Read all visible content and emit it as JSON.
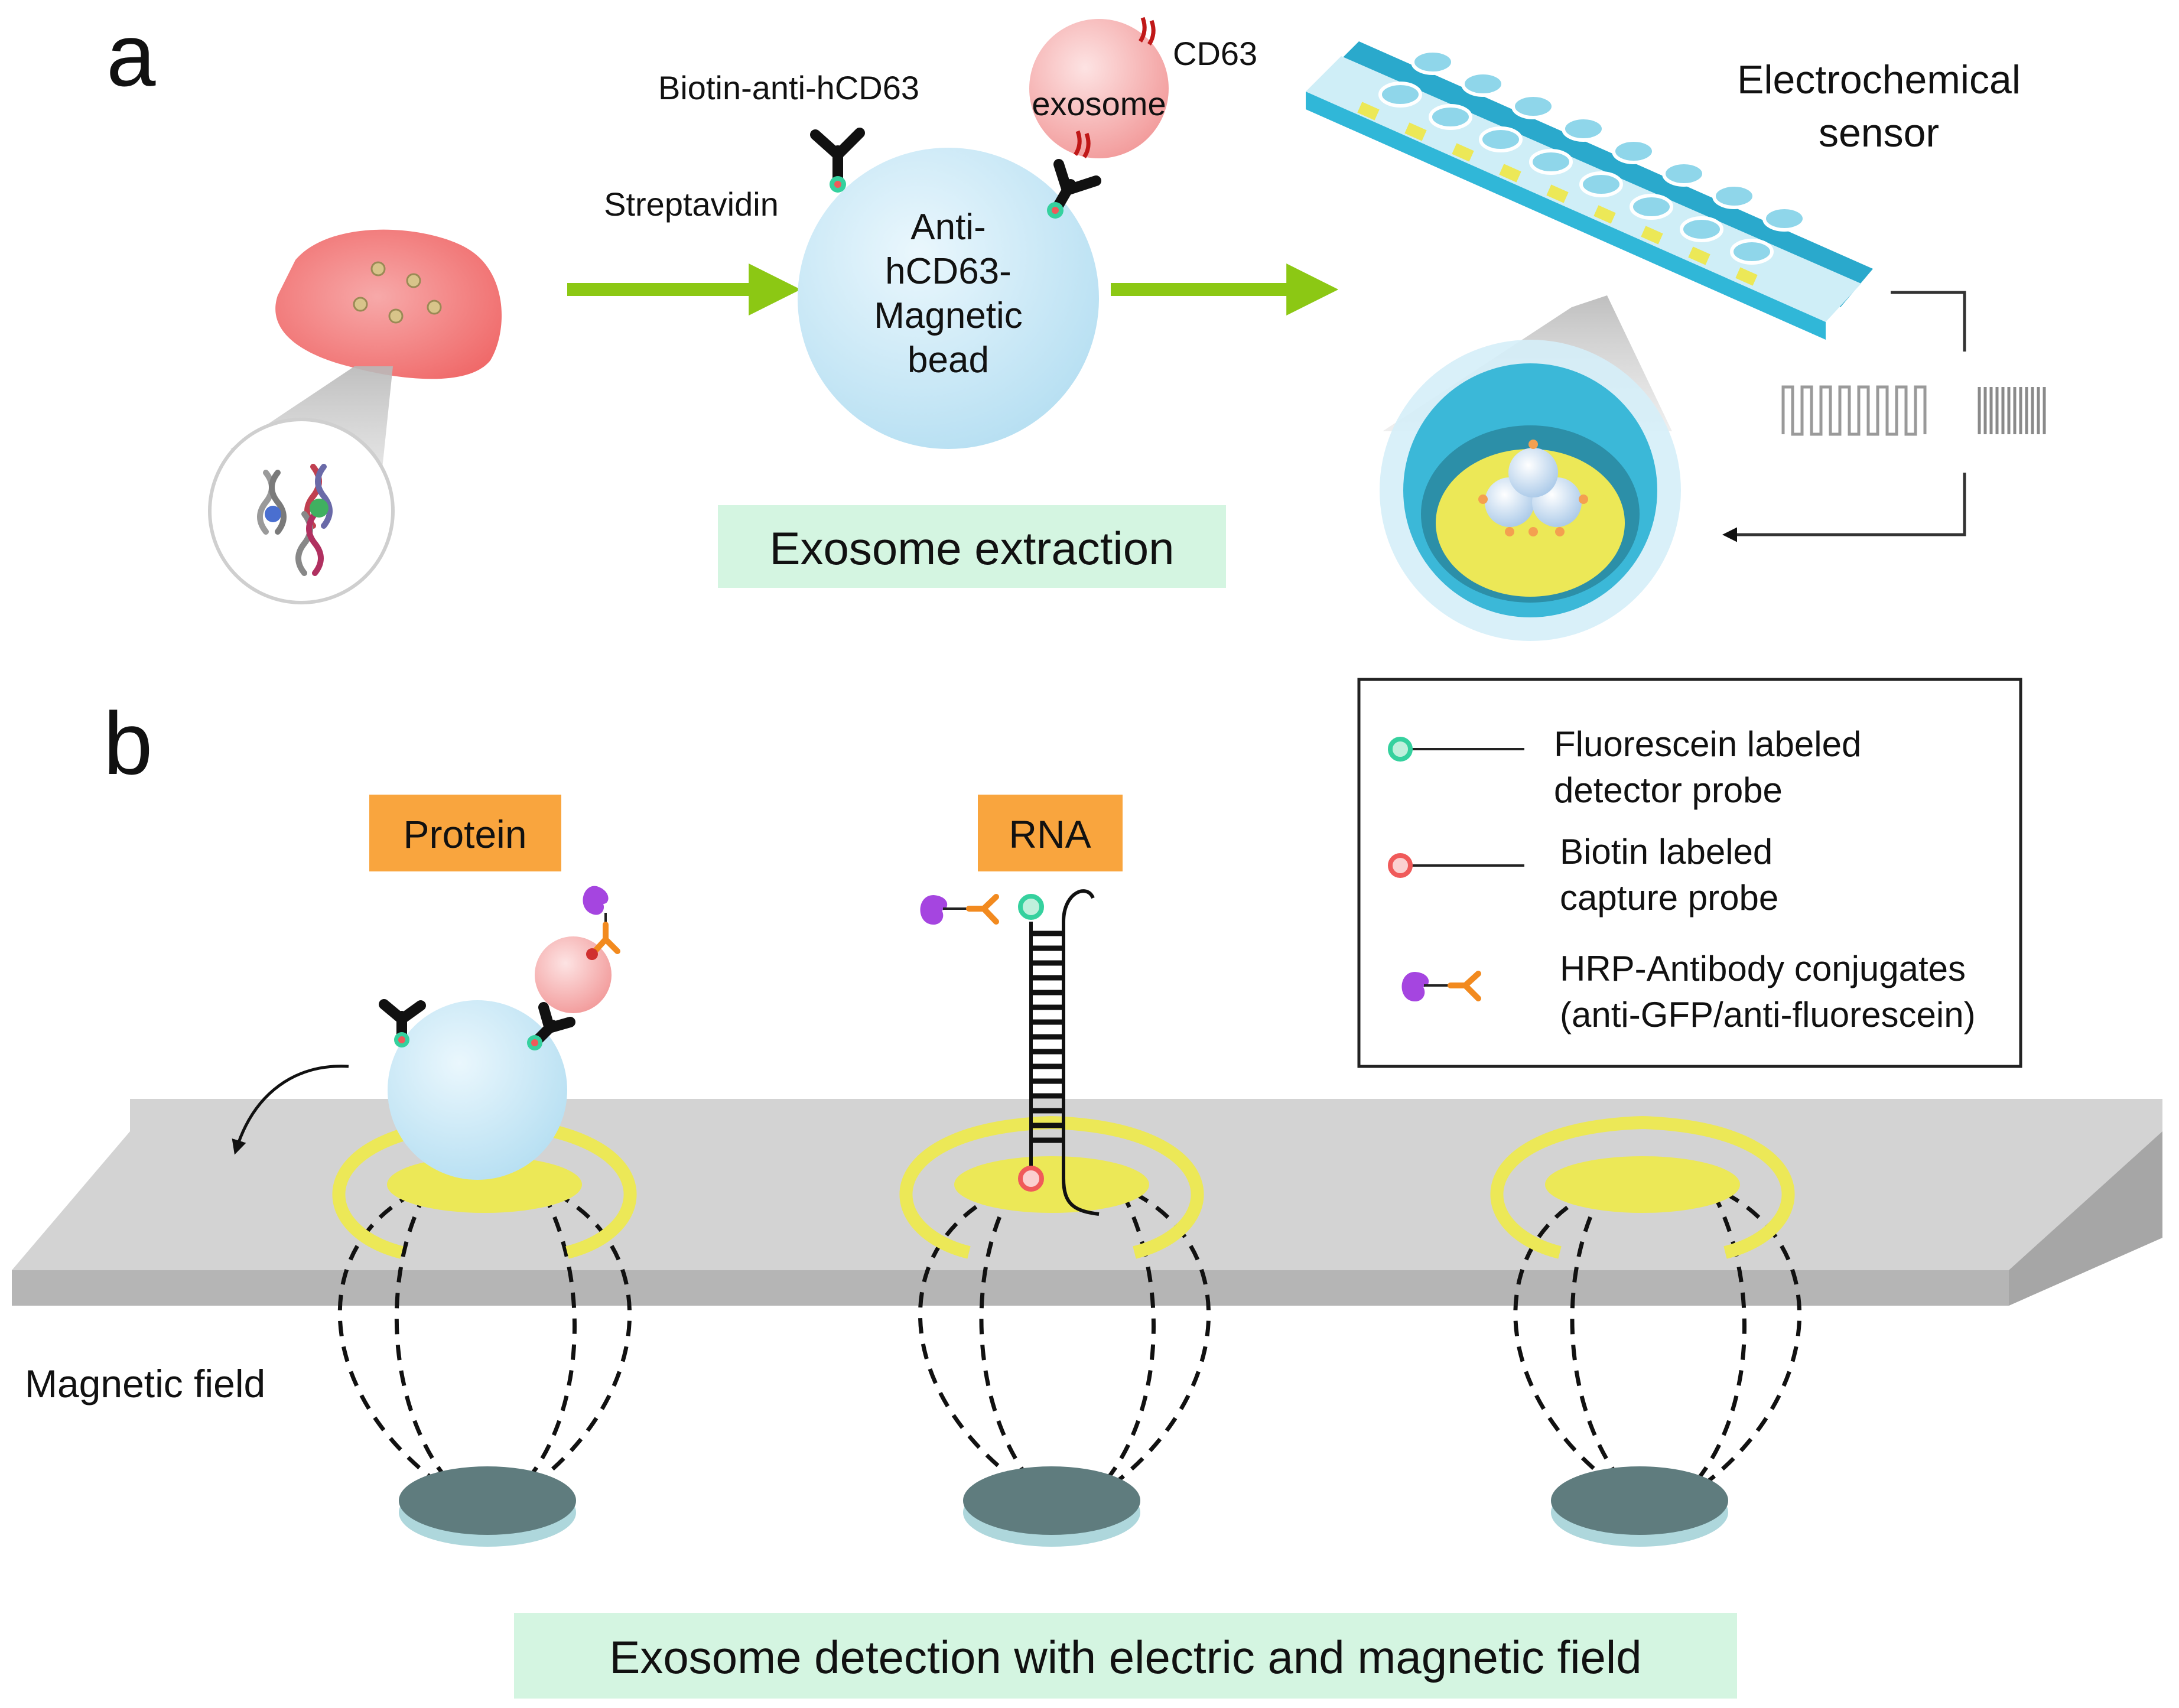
{
  "panels": {
    "a": "a",
    "b": "b"
  },
  "panel_a": {
    "streptavidin": "Streptavidin",
    "biotin_antibody": "Biotin-anti-hCD63",
    "cd63": "CD63",
    "exosome": "exosome",
    "bead": [
      "Anti-",
      "hCD63-",
      "Magnetic",
      "bead"
    ],
    "sensor": [
      "Electrochemical",
      "sensor"
    ],
    "caption": "Exosome extraction"
  },
  "panel_b": {
    "protein_tag": "Protein",
    "rna_tag": "RNA",
    "magnetic_field": "Magnetic field",
    "caption": "Exosome detection with electric and magnetic field",
    "legend": {
      "fluorescein": [
        "Fluorescein labeled",
        "detector probe"
      ],
      "biotin": [
        "Biotin labeled",
        "capture probe"
      ],
      "hrp": [
        "HRP-Antibody conjugates",
        "(anti-GFP/anti-fluorescein)"
      ]
    }
  },
  "colors": {
    "arrow_green": "#8cc814",
    "caption_bg": "#d4f5e1",
    "tag_orange": "#f9a53e",
    "bead_blue": "#c5e6f5",
    "exosome_pink": "#f7b7b7",
    "electrode_yellow": "#ece857",
    "sensor_cyan": "#30b7d8",
    "platform_gray": "#d3d3d3",
    "magnet_slate": "#5f7c7e",
    "hrp_purple": "#a545e0",
    "antibody_orange": "#f28a1f",
    "probe_teal": "#35d19e",
    "probe_red": "#f05a5a"
  }
}
